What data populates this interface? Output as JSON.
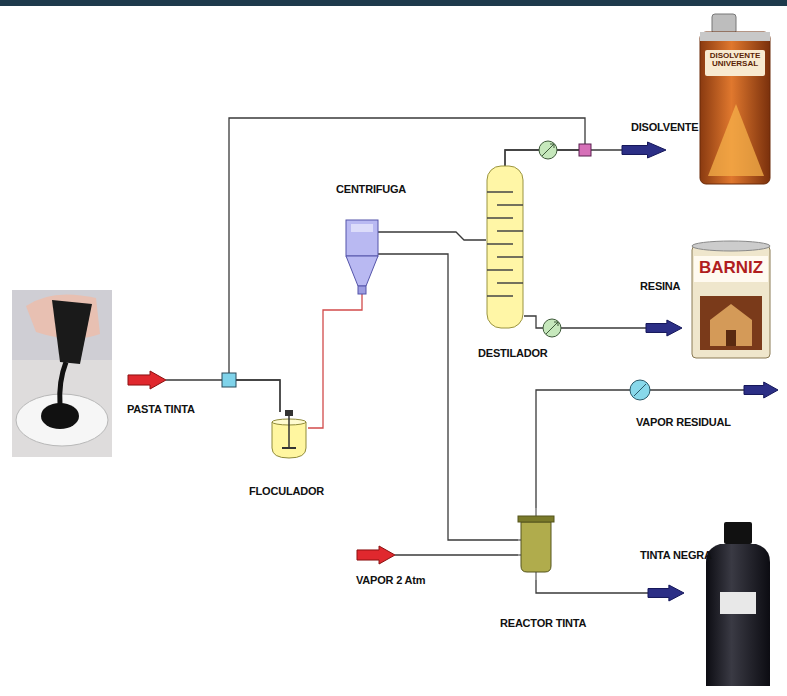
{
  "diagram": {
    "nodes": [
      {
        "text": [
          "PASTA TINTA"
        ]
      },
      {
        "text": [
          "FLOCULADOR"
        ]
      },
      {
        "text": [
          "CENTRIFUGA"
        ]
      },
      {
        "text": [
          "DESTILADOR"
        ]
      },
      {
        "text": [
          "DISOLVENTE"
        ]
      },
      {
        "text": [
          "RESINA"
        ]
      },
      {
        "text": [
          "VAPOR 2 Atm"
        ]
      },
      {
        "text": [
          "REACTOR TINTA"
        ]
      },
      {
        "text": [
          "VAPOR RESIDUAL"
        ]
      },
      {
        "text": [
          "TINTA NEGRA"
        ]
      }
    ],
    "edges": [
      {
        "from": 0,
        "to": 1,
        "arrow": "none"
      },
      {
        "from": 3,
        "to": 1,
        "arrow": "none"
      },
      {
        "from": 1,
        "to": 2,
        "arrow": "none"
      },
      {
        "from": 2,
        "to": 3,
        "arrow": "none"
      },
      {
        "from": 2,
        "to": 7,
        "arrow": "none"
      },
      {
        "from": 3,
        "to": 4,
        "arrow": "none"
      },
      {
        "from": 3,
        "to": 5,
        "arrow": "none"
      },
      {
        "from": 6,
        "to": 7,
        "arrow": "none"
      },
      {
        "from": 7,
        "to": 8,
        "arrow": "none"
      },
      {
        "from": 7,
        "to": 9,
        "arrow": "none"
      }
    ],
    "labels": [
      "DISOLVENTE UNIVERSAL",
      "BARNIZ"
    ]
  }
}
